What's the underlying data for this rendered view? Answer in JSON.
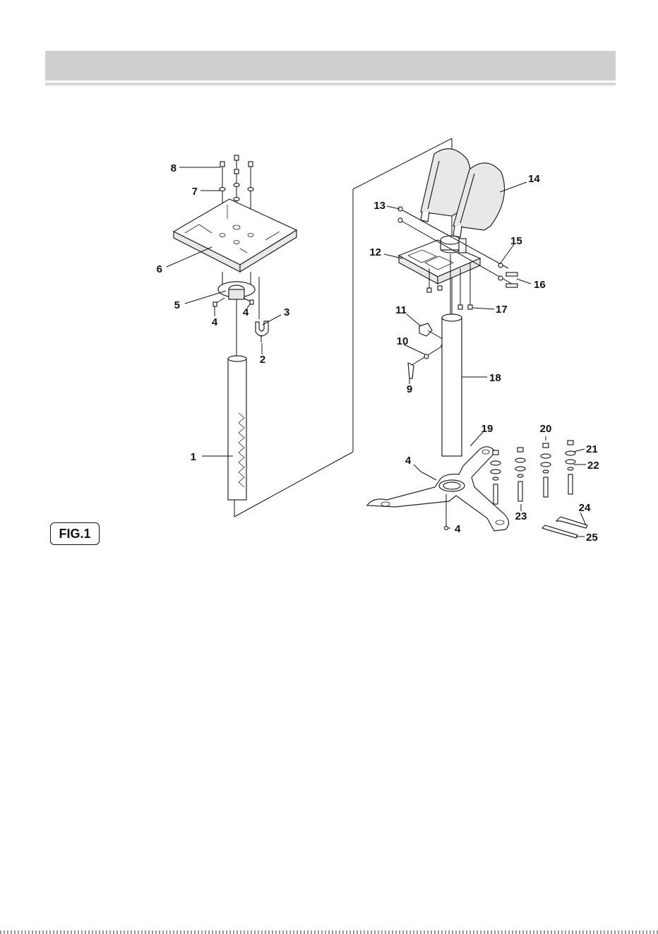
{
  "header": {
    "title": ""
  },
  "figure": {
    "label": "FIG.1"
  },
  "callouts": [
    "1",
    "2",
    "3",
    "4",
    "4",
    "4",
    "4",
    "5",
    "6",
    "7",
    "8",
    "9",
    "10",
    "11",
    "12",
    "13",
    "14",
    "15",
    "16",
    "17",
    "18",
    "19",
    "20",
    "21",
    "22",
    "23",
    "24",
    "25"
  ]
}
